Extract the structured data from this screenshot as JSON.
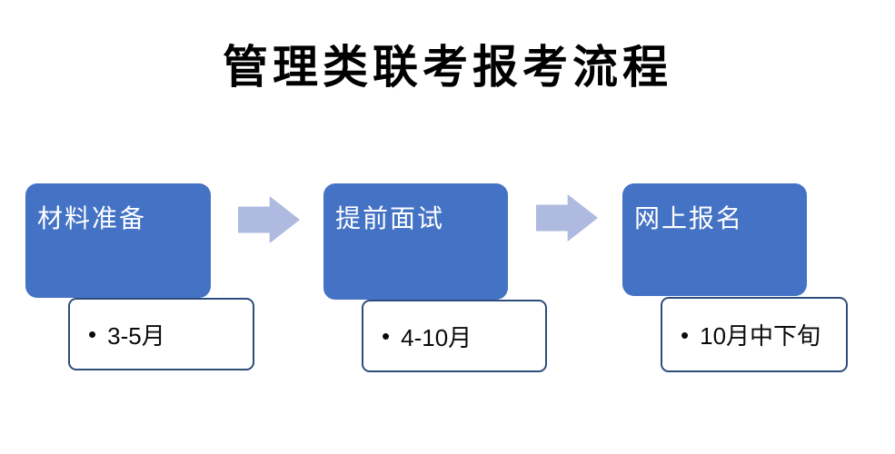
{
  "title": "管理类联考报考流程",
  "colors": {
    "background": "#FFFFFF",
    "title_text": "#000000",
    "step_fill": "#4472C4",
    "heading_text": "#FFFFFF",
    "arrow_fill": "#AEBAE0",
    "detail_border": "#2E4D7B",
    "detail_text": "#0A0A0A"
  },
  "steps": [
    {
      "label": "材料准备",
      "bullet": "•",
      "detail": "3-5月"
    },
    {
      "label": "提前面试",
      "bullet": "•",
      "detail": "4-10月"
    },
    {
      "label": "网上报名",
      "bullet": "•",
      "detail": "10月中下旬"
    }
  ]
}
